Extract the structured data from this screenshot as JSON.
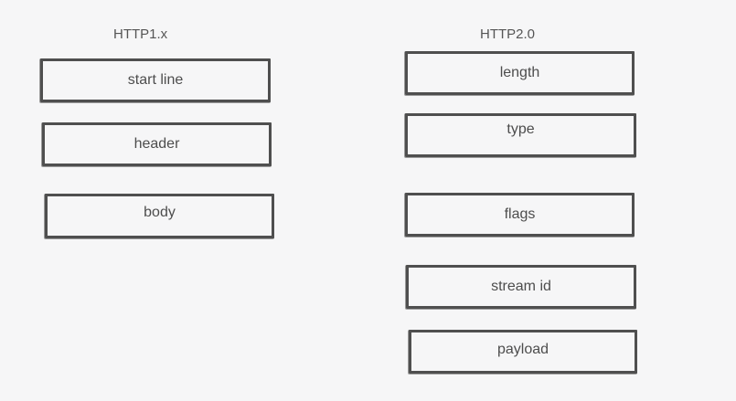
{
  "http1": {
    "title": "HTTP1.x",
    "fields": {
      "start_line": "start line",
      "header": "header",
      "body": "body"
    }
  },
  "http2": {
    "title": "HTTP2.0",
    "fields": {
      "length": "length",
      "type": "type",
      "flags": "flags",
      "stream_id": "stream id",
      "payload": "payload"
    }
  }
}
